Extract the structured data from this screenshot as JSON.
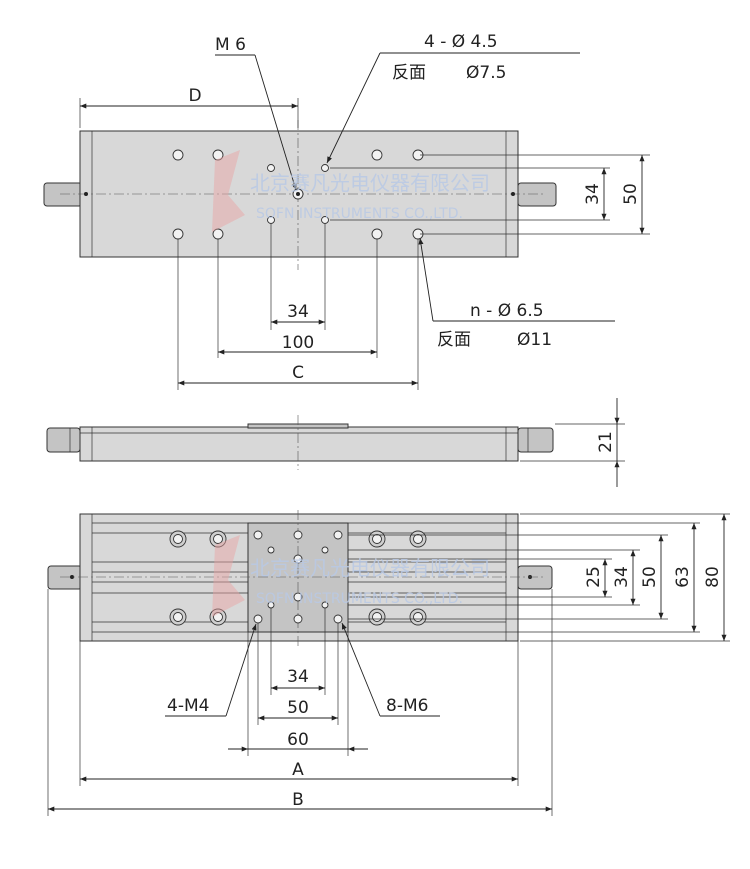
{
  "top_view": {
    "label_m6": "M 6",
    "label_4holes": "4 - Ø 4.5",
    "label_4holes_back": "反面",
    "label_4holes_back_size": "Ø7.5",
    "dim_d": "D",
    "dim_34_v": "34",
    "dim_50_v": "50",
    "dim_34_h": "34",
    "dim_100": "100",
    "dim_c": "C",
    "label_nholes": "n - Ø 6.5",
    "label_nholes_back": "反面",
    "label_nholes_back_size": "Ø11"
  },
  "side_view": {
    "dim_21": "21"
  },
  "bottom_view": {
    "dim_25": "25",
    "dim_34_v": "34",
    "dim_50_v": "50",
    "dim_63": "63",
    "dim_80": "80",
    "dim_34_h": "34",
    "dim_50_h": "50",
    "dim_60": "60",
    "dim_a": "A",
    "dim_b": "B",
    "label_4m4": "4-M4",
    "label_8m6": "8-M6"
  },
  "watermark": {
    "cn": "北京赛凡光电仪器有限公司",
    "en": "SOFN INSTRUMENTS CO.,LTD."
  }
}
